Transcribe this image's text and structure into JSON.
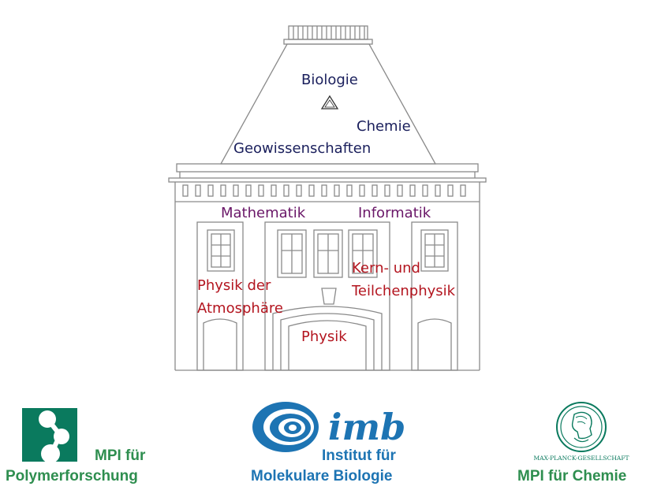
{
  "building": {
    "roof_labels": [
      "Biologie",
      "Chemie",
      "Geowissenschaften"
    ],
    "upper_labels": [
      "Mathematik",
      "Informatik"
    ],
    "lower_labels": {
      "atmos": [
        "Physik der",
        "Atmosphäre"
      ],
      "kern": [
        "Kern- und",
        "Teilchenphysik"
      ],
      "physik": "Physik"
    }
  },
  "institutes": {
    "polymer": {
      "line1": "MPI für",
      "line2": "Polymerforschung"
    },
    "imb": {
      "logo_text": "imb",
      "line1": "Institut für",
      "line2": "Molekulare Biologie"
    },
    "chemie": {
      "seal_text": "MAX-PLANCK-GESELLSCHAFT",
      "line1": "MPI für Chemie"
    }
  },
  "colors": {
    "navy": "#1a1f5c",
    "purple": "#6a1768",
    "red": "#b3151f",
    "green": "#2e8e4f",
    "teal": "#0a7a5e",
    "blue": "#1d74b3",
    "line": "#8a8a8a"
  }
}
